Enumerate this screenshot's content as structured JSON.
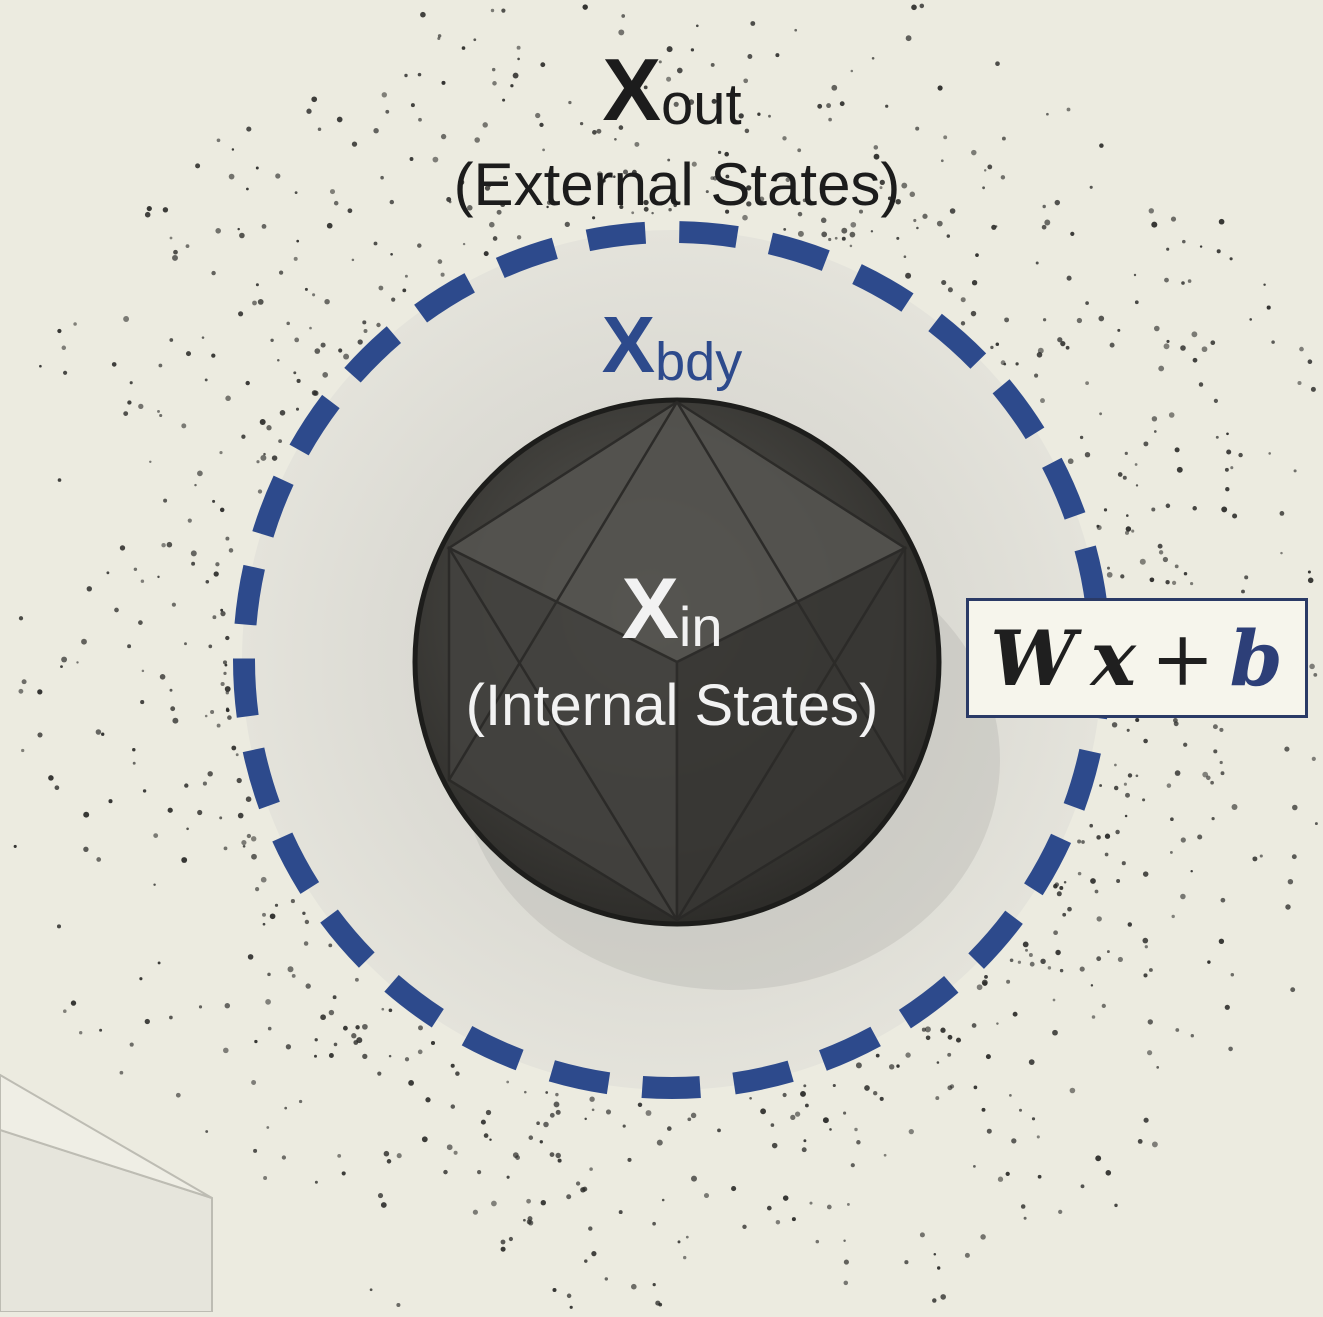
{
  "labels": {
    "outer_symbol": "X",
    "outer_subscript": "out",
    "outer_caption": "(External States)",
    "boundary_symbol": "X",
    "boundary_subscript": "bdy",
    "inner_symbol": "X",
    "inner_subscript": "in",
    "inner_caption": "(Internal States)"
  },
  "equation": {
    "W": "W",
    "x": "x",
    "plus": "+",
    "b": "b"
  },
  "colors": {
    "background": "#ecebe0",
    "boundary_dash": "#2d4a8c",
    "boundary_fill": "#dcdbd3",
    "core": "#3c3b38",
    "text_dark": "#1c1c1c",
    "text_light": "#f2f2f2"
  }
}
